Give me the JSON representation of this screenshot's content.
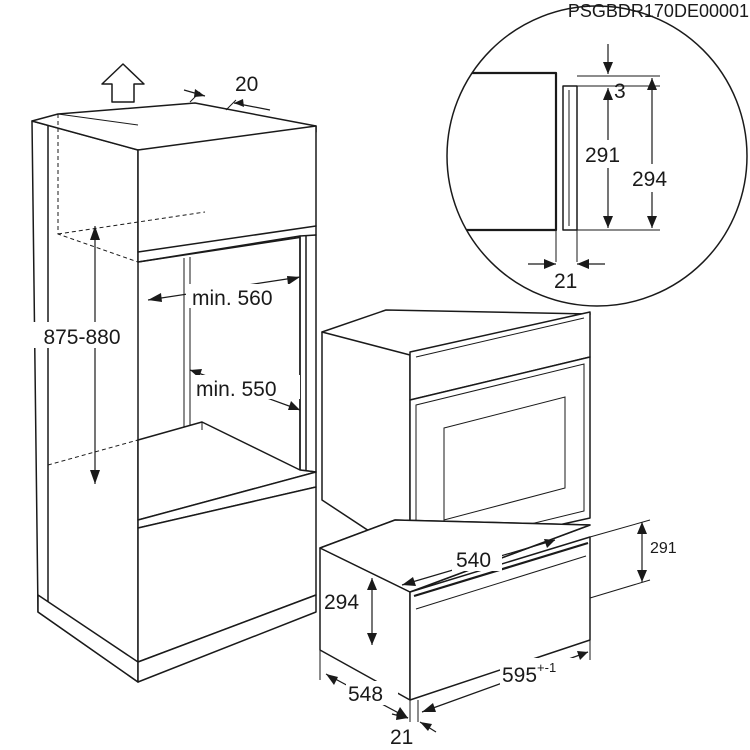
{
  "drawing_code": "PSGBDR170DE00001",
  "cabinet": {
    "top_depth_label": "20",
    "height_label": "875-880",
    "width_label": "min. 560",
    "depth_label": "min. 550"
  },
  "detail": {
    "gap_label": "3",
    "inner_height_label": "291",
    "outer_height_label": "294",
    "thickness_label": "21"
  },
  "appliance": {
    "drawer_depth_label": "540",
    "front_height_label": "291",
    "body_height_label": "294",
    "body_depth_label": "548",
    "width_label": "595",
    "width_tolerance": "+-1",
    "front_offset_label": "21"
  },
  "icons": {
    "up_arrow": "up-arrow-icon"
  }
}
